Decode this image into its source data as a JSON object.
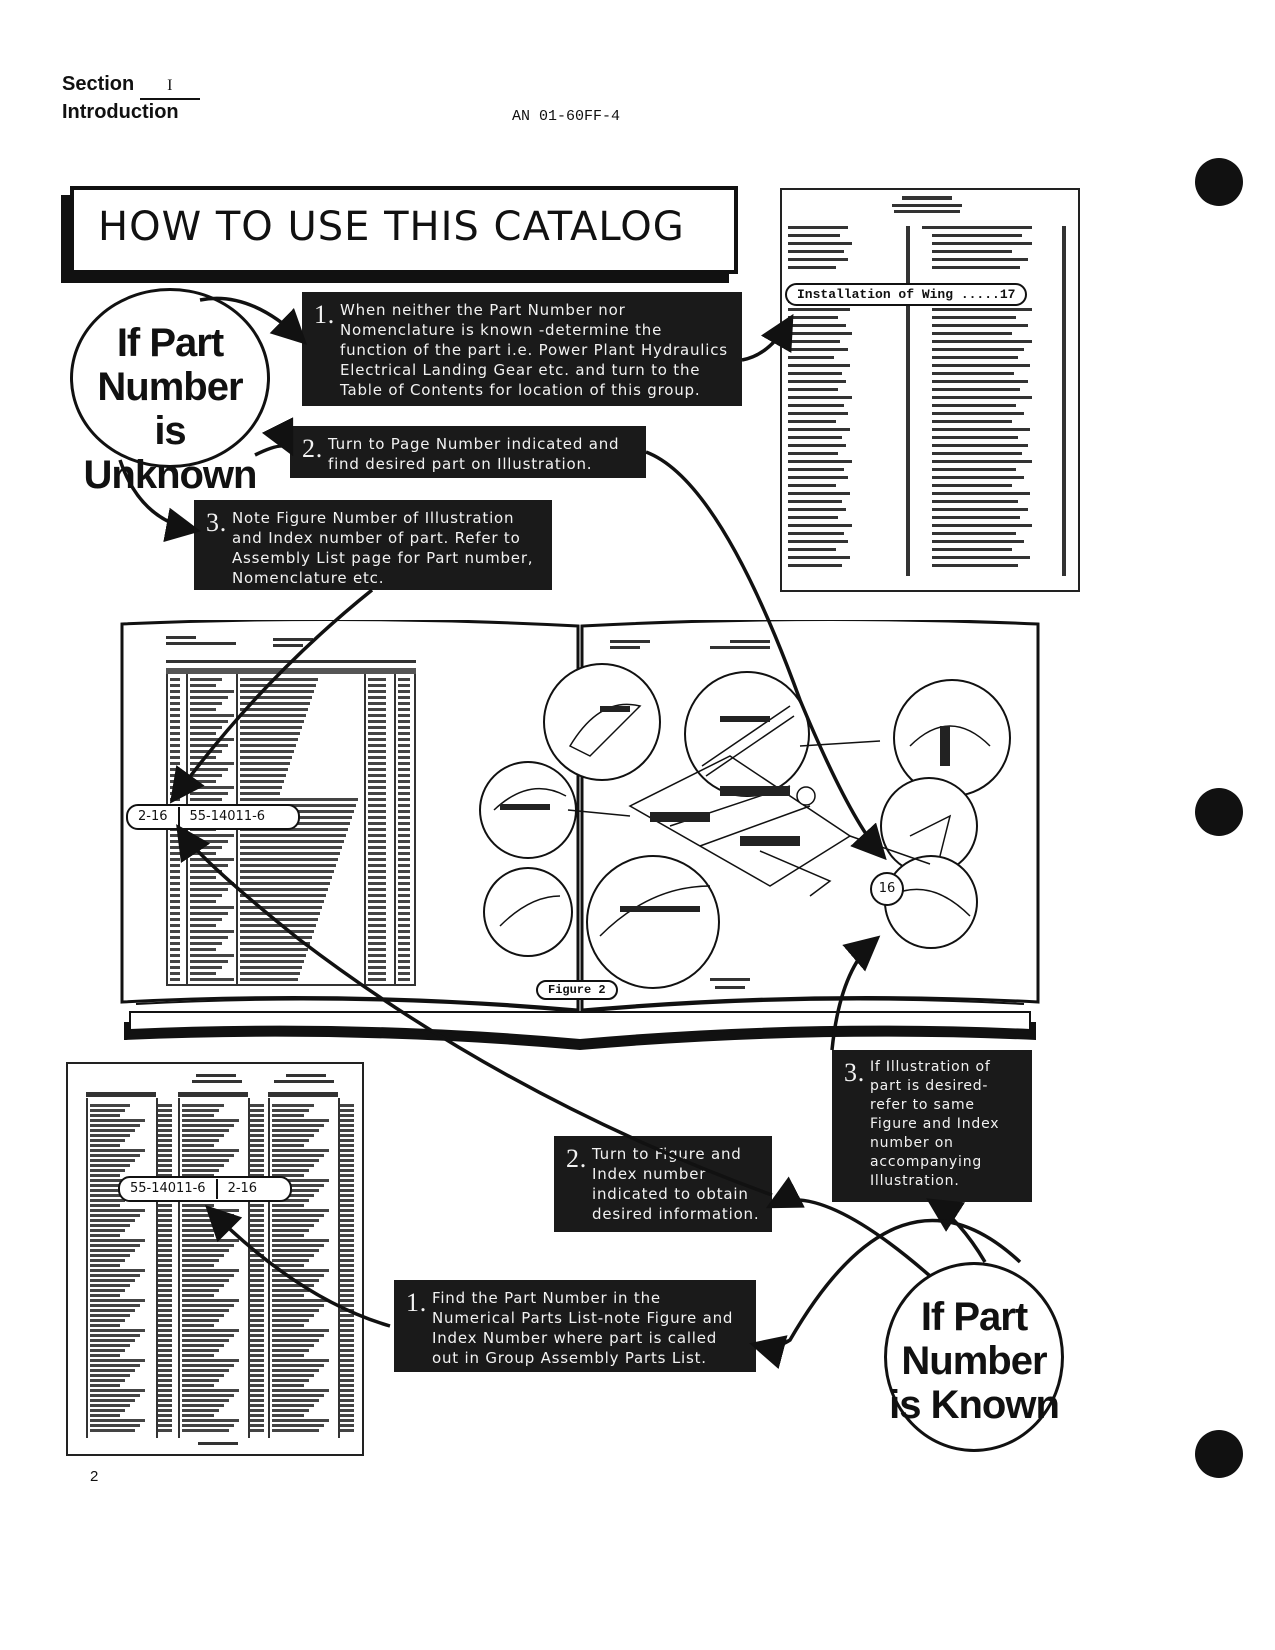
{
  "header": {
    "section_label": "Section",
    "section_number": "I",
    "section_title": "Introduction",
    "doc_number": "AN 01-60FF-4"
  },
  "title": "HOW TO USE THIS CATALOG",
  "unknown_circle": {
    "line1": "If Part",
    "line2": "Number",
    "line3": "is Unknown"
  },
  "known_circle": {
    "line1": "If Part",
    "line2": "Number",
    "line3": "is Known"
  },
  "unknown_steps": [
    {
      "num": "1.",
      "text": "When neither the Part Number nor Nomenclature is known -determine the function of the part i.e. Power Plant Hydraulics Electrical Landing Gear etc. and turn to the Table of Contents for location of this group."
    },
    {
      "num": "2.",
      "text": "Turn to Page Number indicated and find desired part on Illustration."
    },
    {
      "num": "3.",
      "text": "Note Figure Number of Illustration and Index number of part. Refer to Assembly List page for Part number, Nomenclature etc."
    }
  ],
  "known_steps": [
    {
      "num": "1.",
      "text": "Find the Part Number in the Numerical Parts List-note Figure and Index Number where part is called out in Group Assembly Parts List."
    },
    {
      "num": "2.",
      "text": "Turn to Figure and Index number indicated to obtain desired information."
    },
    {
      "num": "3.",
      "text": "If Illustration of part is desired-refer to same Figure and Index number on accompanying Illustration."
    }
  ],
  "toc_callout": "Installation of Wing .....17",
  "book_callout": {
    "index": "2-16",
    "part": "55-14011-6"
  },
  "numerical_callout": {
    "part": "55-14011-6",
    "index": "2-16"
  },
  "figure_label": "Figure 2",
  "index_circle": "16",
  "page_number": "2"
}
